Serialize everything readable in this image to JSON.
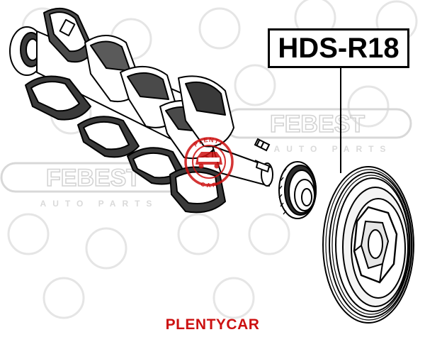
{
  "part_number": "HDS-R18",
  "brand_caption": "PLENTYCAR",
  "watermark": {
    "brand": "FEBEST",
    "tagline": "AUTO PARTS",
    "stamp_top": "PLENTY",
    "stamp_bottom": "CAR"
  },
  "colors": {
    "line": "#000000",
    "accent_red": "#cc1111",
    "watermark_gray": "#d9d9d9"
  }
}
